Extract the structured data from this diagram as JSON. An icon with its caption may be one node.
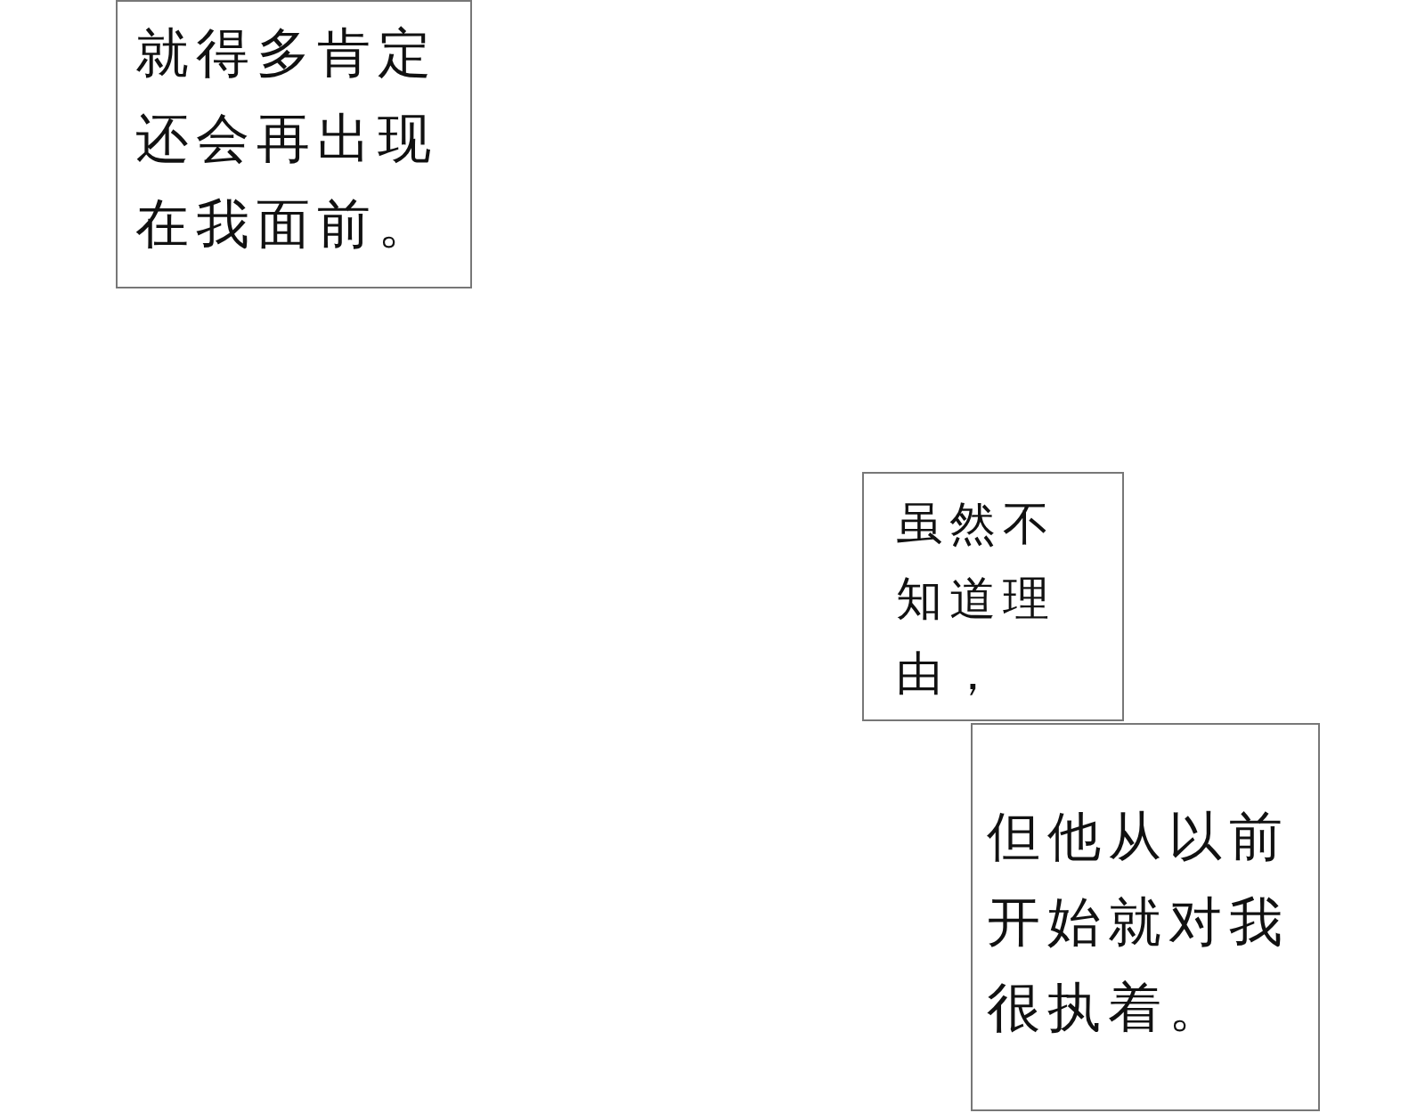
{
  "diagram": {
    "nodes": [
      {
        "text": [
          "就得多肯定还会再出现在我面前。"
        ]
      },
      {
        "text": [
          "虽然不知道理由，"
        ]
      },
      {
        "text": [
          "但他从以前开始就对我很执着。"
        ]
      }
    ]
  }
}
